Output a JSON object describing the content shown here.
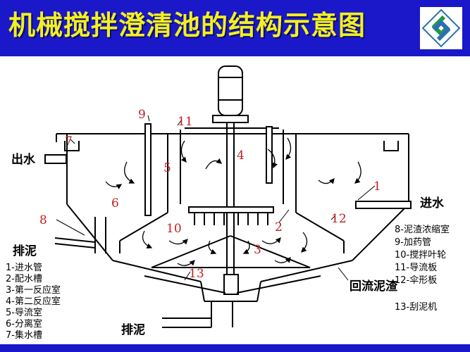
{
  "header": {
    "title": "机械搅拌澄清池的结构示意图",
    "logo_icon": "company-logo-icon",
    "background": "#1a18c8",
    "title_color": "#f2f020"
  },
  "diagram": {
    "port_labels": {
      "outlet": "出水",
      "inlet": "进水",
      "sludge_top": "排泥",
      "sludge_bottom": "排泥",
      "return_sludge": "回流泥渣"
    },
    "callouts": {
      "n1": "1",
      "n2": "2",
      "n3": "3",
      "n4": "4",
      "n5": "5",
      "n6": "6",
      "n7": "7",
      "n8": "8",
      "n9": "9",
      "n10": "10",
      "n11": "11",
      "n12": "12",
      "n13": "13"
    },
    "legend_left": [
      "1-进水管",
      "2-配水槽",
      "3-第一反应室",
      "4-第二反应室",
      "5-导流室",
      "6-分离室",
      "7-集水槽"
    ],
    "legend_right": [
      "8-泥渣浓缩室",
      "9-加药管",
      "10-搅拌叶轮",
      "11-导流板",
      "12-伞形板"
    ],
    "legend_extra": "13-刮泥机",
    "callout_color": "#c02020"
  }
}
